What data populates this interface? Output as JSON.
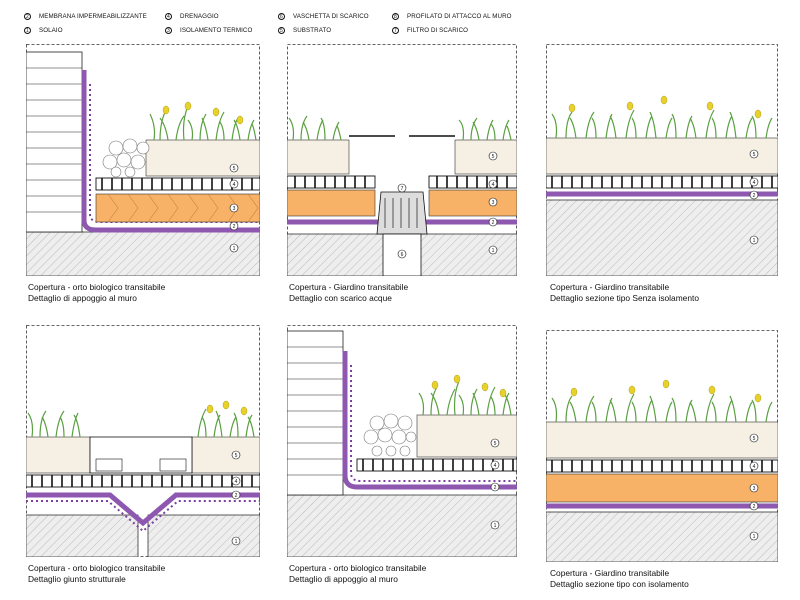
{
  "legend": [
    {
      "num": "2",
      "label": "MEMBRANA IMPERMEABILIZZANTE"
    },
    {
      "num": "1",
      "label": "SOLAIO"
    },
    {
      "num": "4",
      "label": "DRENAGGIO"
    },
    {
      "num": "3",
      "label": "ISOLAMENTO TERMICO"
    },
    {
      "num": "6",
      "label": "VASCHETTA DI SCARICO"
    },
    {
      "num": "5",
      "label": "SUBSTRATO"
    },
    {
      "num": "8",
      "label": "PROFILATO DI ATTACCO AL MURO"
    },
    {
      "num": "7",
      "label": "FILTRO DI SCARICO"
    }
  ],
  "panels": [
    {
      "title": "Copertura - orto biologico transitabile",
      "subtitle": "Dettaglio di appoggio al muro"
    },
    {
      "title": "Copertura - Giardino transitabile",
      "subtitle": "Dettaglio con scarico acque"
    },
    {
      "title": "Copertura - Giardino transitabile",
      "subtitle": "Dettaglio sezione tipo Senza isolamento"
    },
    {
      "title": "Copertura - orto biologico transitabile",
      "subtitle": "Dettaglio giunto strutturale"
    },
    {
      "title": "Copertura - orto biologico transitabile",
      "subtitle": "Dettaglio di appoggio al muro"
    },
    {
      "title": "Copertura - Giardino transitabile",
      "subtitle": "Dettaglio sezione tipo con isolamento"
    }
  ],
  "colors": {
    "membrane": "#8e57b0",
    "insulation": "#f7b267",
    "substrate": "#f5efe4",
    "concrete": "#eeeeee",
    "plants": "#5aa040",
    "flowers": "#e8d22a"
  }
}
